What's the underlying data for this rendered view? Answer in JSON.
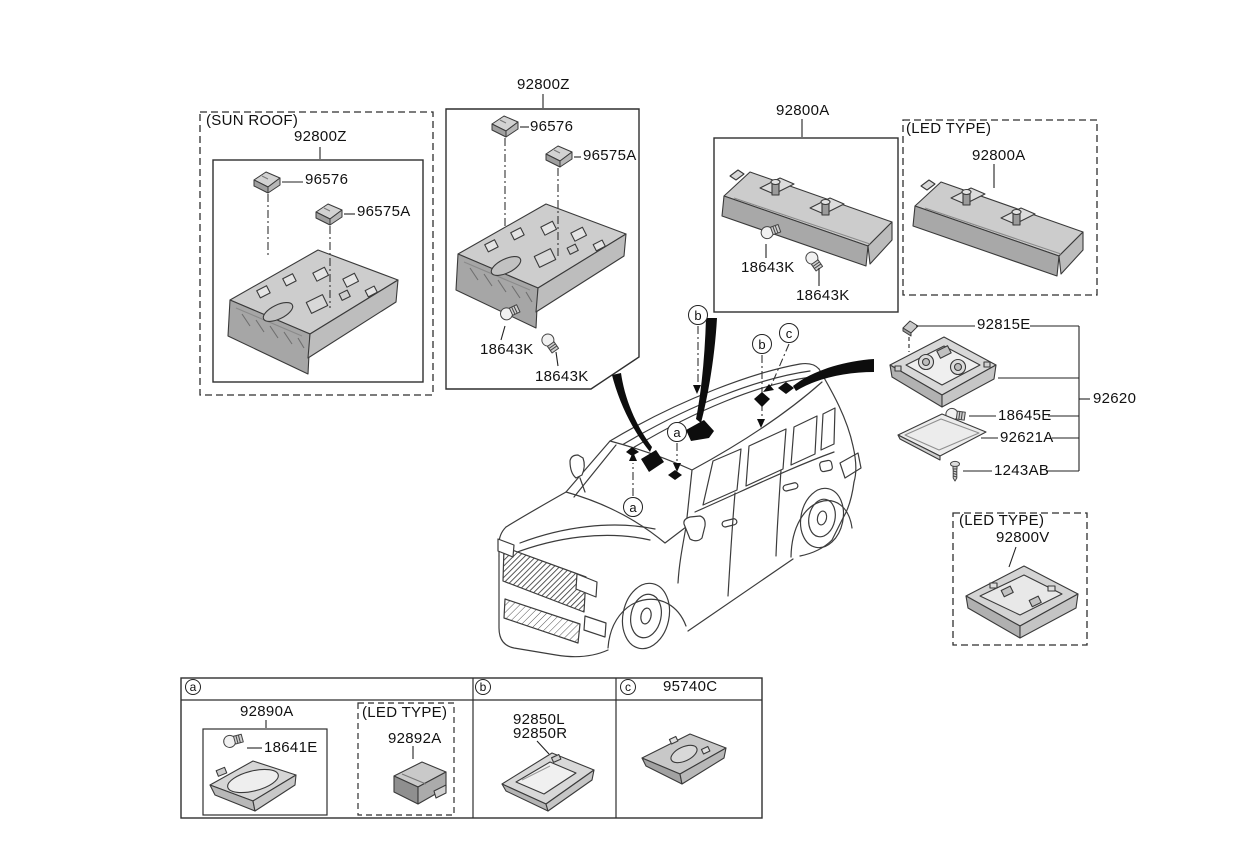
{
  "diagram": {
    "sunroof_box": {
      "caption": "(SUN ROOF)",
      "part": "92800Z",
      "connector_top": "96576",
      "connector_mid": "96575A"
    },
    "console_box": {
      "part": "92800Z",
      "connector_top": "96576",
      "connector_mid": "96575A",
      "bulb_left": "18643K",
      "bulb_right": "18643K"
    },
    "rear_console_box": {
      "part": "92800A",
      "bulb_left": "18643K",
      "bulb_right": "18643K"
    },
    "rear_console_led_box": {
      "caption": "(LED TYPE)",
      "part": "92800A"
    },
    "dome_lamp_group": {
      "bracket_clip": "92815E",
      "assembly": "92620",
      "bulb": "18645E",
      "lens": "92621A",
      "screw": "1243AB"
    },
    "dome_led_box": {
      "caption": "(LED TYPE)",
      "part": "92800V"
    },
    "callouts": {
      "a": "a",
      "b": "b",
      "c": "c"
    },
    "legend": {
      "section_a": {
        "callout": "a",
        "part": "92890A",
        "bulb": "18641E",
        "led_caption": "(LED TYPE)",
        "led_part": "92892A"
      },
      "section_b": {
        "callout": "b",
        "part_left": "92850L",
        "part_right": "92850R"
      },
      "section_c": {
        "callout": "c",
        "part": "95740C"
      }
    }
  },
  "colors": {
    "line": "#2f2f2f",
    "fill_light": "#d6d6d6",
    "fill_mid": "#b8b8b8",
    "fill_dark": "#9a9a9a",
    "black": "#0d0d0d",
    "background": "#ffffff"
  }
}
